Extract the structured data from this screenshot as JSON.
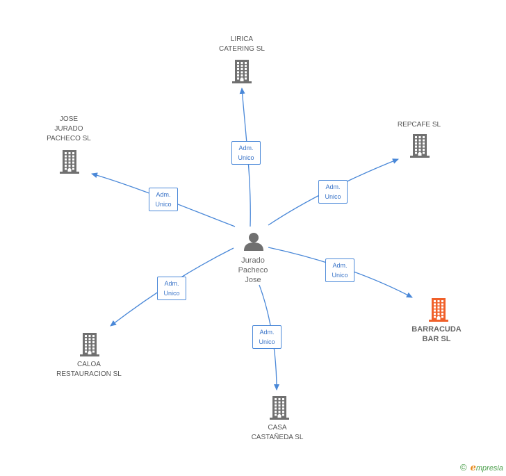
{
  "colors": {
    "edge": "#4a88d8",
    "building": "#707070",
    "building_highlight": "#f0602a",
    "person": "#707070"
  },
  "center": {
    "label": "Jurado\nPacheco\nJose",
    "icon": "person-icon"
  },
  "nodes": [
    {
      "id": "lirica",
      "label": "LIRICA\nCATERING SL",
      "icon": "building-icon",
      "highlight": false
    },
    {
      "id": "jose-jurado",
      "label": "JOSE\nJURADO\nPACHECO SL",
      "icon": "building-icon",
      "highlight": false
    },
    {
      "id": "repcafe",
      "label": "REPCAFE SL",
      "icon": "building-icon",
      "highlight": false
    },
    {
      "id": "barracuda",
      "label": "BARRACUDA\nBAR SL",
      "icon": "building-icon",
      "highlight": true
    },
    {
      "id": "caloa",
      "label": "CALOA\nRESTAURACION SL",
      "icon": "building-icon",
      "highlight": false
    },
    {
      "id": "casa",
      "label": "CASA\nCASTAÑEDA SL",
      "icon": "building-icon",
      "highlight": false
    }
  ],
  "edges": [
    {
      "to": "lirica",
      "label": "Adm.\nUnico"
    },
    {
      "to": "jose-jurado",
      "label": "Adm.\nUnico"
    },
    {
      "to": "repcafe",
      "label": "Adm.\nUnico"
    },
    {
      "to": "barracuda",
      "label": "Adm.\nUnico"
    },
    {
      "to": "caloa",
      "label": "Adm.\nUnico"
    },
    {
      "to": "casa",
      "label": "Adm.\nUnico"
    }
  ],
  "footer": {
    "copyright": "©",
    "brand_initial": "e",
    "brand_rest": "mpresia"
  }
}
